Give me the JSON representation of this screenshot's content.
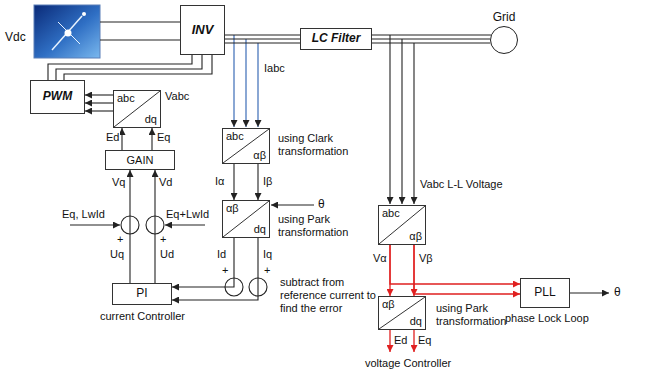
{
  "diagram": {
    "nodes": [
      {
        "text": [
          "INV"
        ]
      },
      {
        "text": [
          "LC Filter"
        ]
      },
      {
        "text": [
          "Grid"
        ]
      },
      {
        "text": [
          "PWM"
        ]
      },
      {
        "text": [
          "abc",
          "dq"
        ]
      },
      {
        "text": [
          "GAIN"
        ]
      },
      {
        "text": [
          "PI"
        ]
      },
      {
        "text": [
          "abc",
          "αβ"
        ]
      },
      {
        "text": [
          "αβ",
          "dq"
        ]
      },
      {
        "text": [
          "abc",
          "αβ"
        ]
      },
      {
        "text": [
          "PLL"
        ]
      },
      {
        "text": [
          "αβ",
          "dq"
        ]
      }
    ],
    "edges": [
      {
        "from": 0,
        "to": 1,
        "arrow": "none"
      },
      {
        "from": 1,
        "to": 2,
        "arrow": "none"
      },
      {
        "from": 3,
        "to": 0,
        "arrow": "none"
      },
      {
        "from": 4,
        "to": 3,
        "arrow": "to"
      },
      {
        "from": 5,
        "to": 4,
        "label": "Ed",
        "arrow": "to"
      },
      {
        "from": 5,
        "to": 4,
        "label": "Eq",
        "arrow": "to"
      },
      {
        "from": 6,
        "to": 5,
        "arrow": "to"
      },
      {
        "from": 6,
        "to": 5,
        "arrow": "to"
      },
      {
        "from": 7,
        "to": 8,
        "label": "Iα",
        "arrow": "to"
      },
      {
        "from": 7,
        "to": 8,
        "label": "Iβ",
        "arrow": "to"
      },
      {
        "from": 8,
        "to": 6,
        "label": "Id",
        "arrow": "to"
      },
      {
        "from": 8,
        "to": 6,
        "label": "Iq",
        "arrow": "to"
      },
      {
        "from": 9,
        "to": 11,
        "label": "Vα",
        "arrow": "to"
      },
      {
        "from": 9,
        "to": 11,
        "label": "Vβ",
        "arrow": "to"
      },
      {
        "from": 9,
        "to": 10,
        "arrow": "to"
      },
      {
        "from": 9,
        "to": 10,
        "arrow": "to"
      }
    ],
    "labels": [
      "Vdc",
      "Vabc",
      "Iabc",
      "using Clark transformation",
      "using Park transformation",
      "θ",
      "Vq",
      "Vd",
      "Eq, LwId",
      "Eq+LwId",
      "+",
      "+",
      "Uq",
      "Ud",
      "+",
      "+",
      "subtract from reference current to find the error",
      "current Controller",
      "Vabc L-L Voltage",
      "phase Lock Loop",
      "θ",
      "using Park transformation",
      "Ed",
      "Eq",
      "voltage Controller"
    ]
  }
}
